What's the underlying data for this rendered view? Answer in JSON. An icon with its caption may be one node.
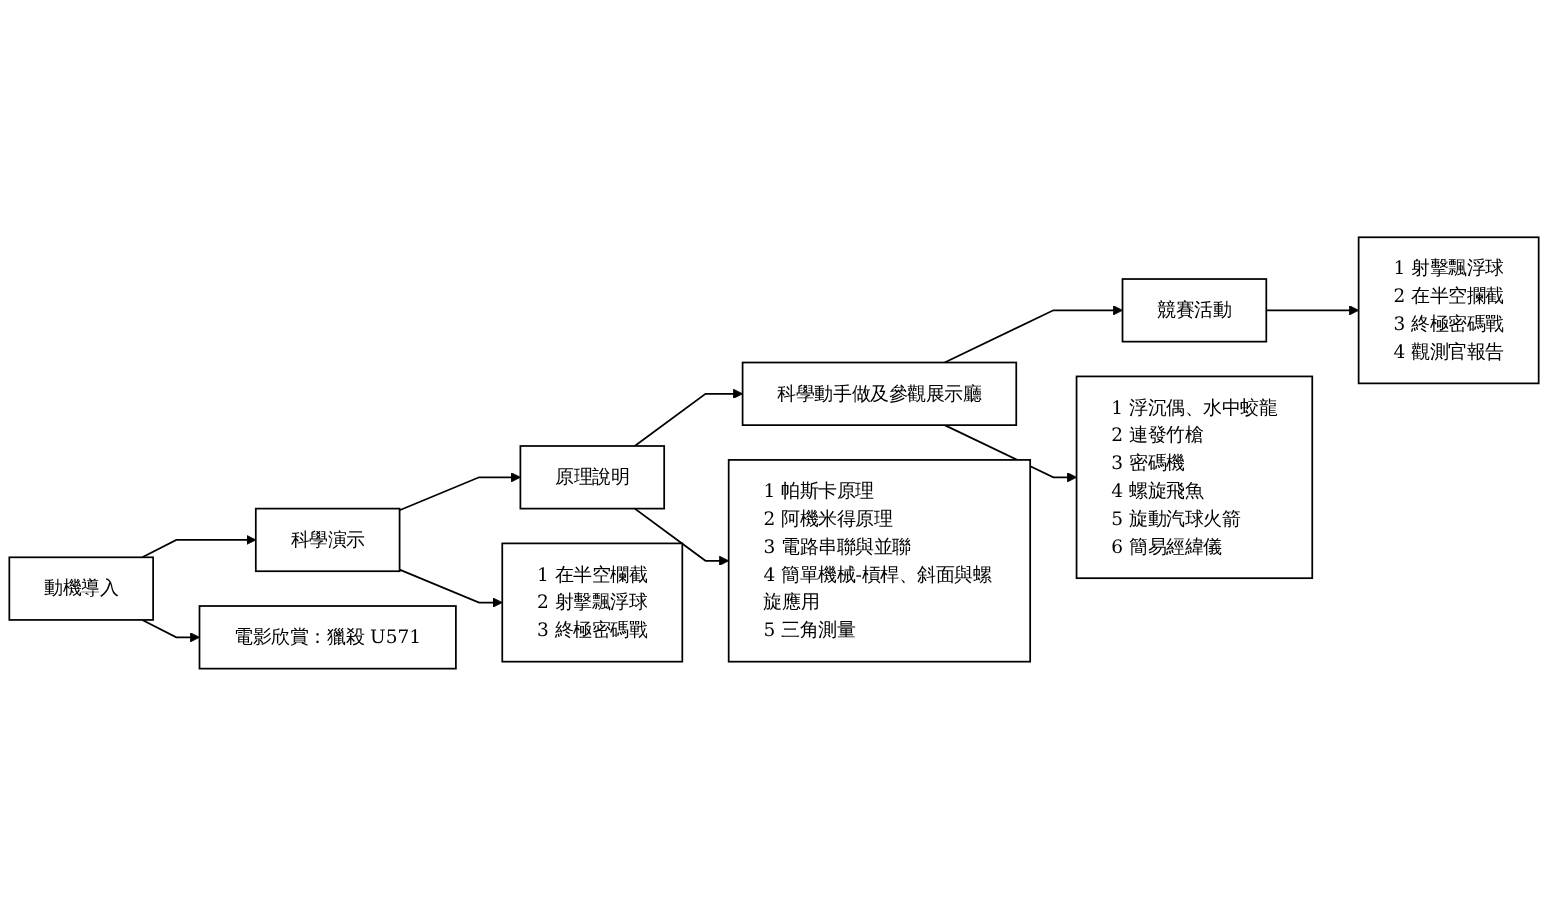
{
  "diagram": {
    "nodes": [
      {
        "text": [
          "動機導入"
        ]
      },
      {
        "text": [
          "科學演示"
        ]
      },
      {
        "text": [
          "原理說明"
        ]
      },
      {
        "text": [
          "科學動手做及參觀展示廳"
        ]
      },
      {
        "text": [
          "競賽活動"
        ]
      },
      {
        "text": [
          "電影欣賞：獵殺 U571"
        ]
      },
      {
        "text": [
          "1 在半空欄截",
          "2 射擊飄浮球",
          "3 終極密碼戰"
        ]
      },
      {
        "text": [
          "1 帕斯卡原理",
          "2 阿機米得原理",
          "3 電路串聯與並聯",
          "4 簡單機械-槓桿、斜面與螺旋應用",
          "5 三角測量"
        ]
      },
      {
        "text": [
          "1 浮沉偶、水中蛟龍",
          "2 連發竹槍",
          "3 密碼機",
          "4 螺旋飛魚",
          "5 旋動汽球火箭",
          "6 簡易經緯儀"
        ]
      },
      {
        "text": [
          "1 射擊飄浮球",
          "2 在半空攔截",
          "3 終極密碼戰",
          "4 觀測官報告"
        ]
      }
    ],
    "edges": [
      {
        "from": 0,
        "to": 1,
        "arrow": "to"
      },
      {
        "from": 1,
        "to": 2,
        "arrow": "to"
      },
      {
        "from": 2,
        "to": 3,
        "arrow": "to"
      },
      {
        "from": 3,
        "to": 4,
        "arrow": "to"
      },
      {
        "from": 0,
        "to": 5,
        "arrow": "to"
      },
      {
        "from": 1,
        "to": 6,
        "arrow": "to"
      },
      {
        "from": 2,
        "to": 7,
        "arrow": "to"
      },
      {
        "from": 3,
        "to": 8,
        "arrow": "to"
      },
      {
        "from": 4,
        "to": 9,
        "arrow": "to"
      }
    ]
  }
}
